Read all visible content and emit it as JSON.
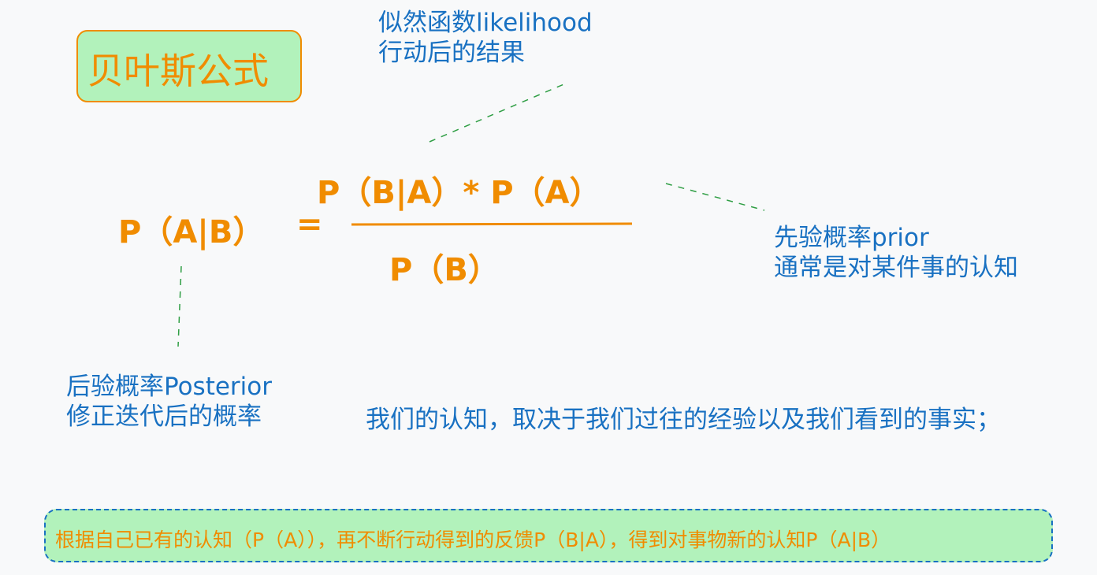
{
  "title": "贝叶斯公式",
  "formula": {
    "lhs": "P（A|B）",
    "equals": "=",
    "numerator": "P（B|A）* P（A）",
    "denominator": "P（B）"
  },
  "annotations": {
    "likelihood": {
      "line1": "似然函数likelihood",
      "line2": "行动后的结果"
    },
    "prior": {
      "line1": "先验概率prior",
      "line2": "通常是对某件事的认知"
    },
    "posterior": {
      "line1": "后验概率Posterior",
      "line2": "修正迭代后的概率"
    }
  },
  "insight": "我们的认知，取决于我们过往的经验以及我们看到的事实；",
  "summary": "根据自己已有的认知（P（A）），再不断行动得到的反馈P（B|A），得到对事物新的认知P（A|B）",
  "colors": {
    "background": "#f8f9fa",
    "fill": "#b2f2bb",
    "orange": "#f08c00",
    "blue": "#1971c2",
    "connector": "#2f9e44"
  }
}
